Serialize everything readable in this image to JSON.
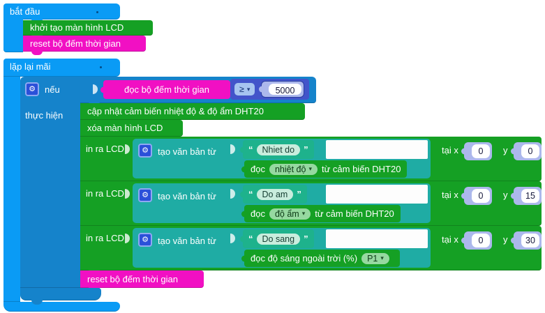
{
  "colors": {
    "azure": "#0A9BF5",
    "steel": "#1583CB",
    "green": "#15A024",
    "teal": "#1FACA4",
    "tealgreen": "#1EB28C",
    "magenta": "#F110C3",
    "indigo": "#4254CA",
    "lavender": "#ACB8EC"
  },
  "icons": {
    "gear": "⚙",
    "dropdown_arrow": "▾",
    "quote_open": "“",
    "quote_close": "”"
  },
  "start": {
    "title": "bắt đầu",
    "init_lcd": "khởi tạo màn hình LCD",
    "reset_timer": "reset bộ đếm thời gian"
  },
  "loop": {
    "title": "lặp lại mãi"
  },
  "if_block": {
    "if_label": "nếu",
    "do_label": "thực hiện",
    "condition": {
      "read_timer": "đọc bộ đếm thời gian",
      "operator": "≥",
      "value": "5000"
    },
    "update_sensor": "cập nhật cảm biến nhiệt độ & độ ẩm DHT20",
    "clear_lcd": "xóa màn hình LCD",
    "reset_timer": "reset bộ đếm thời gian"
  },
  "prints": [
    {
      "label": "in ra LCD",
      "create_label": "tạo văn bản từ",
      "text": "Nhiet do",
      "read_prefix": "đọc",
      "read_dropdown": "nhiệt độ",
      "read_suffix": "từ cảm biến DHT20",
      "at_x": "tại x",
      "x": "0",
      "y_label": "y",
      "y": "0"
    },
    {
      "label": "in ra LCD",
      "create_label": "tạo văn bản từ",
      "text": "Do am",
      "read_prefix": "đọc",
      "read_dropdown": "độ ẩm",
      "read_suffix": "từ cảm biến DHT20",
      "at_x": "tại x",
      "x": "0",
      "y_label": "y",
      "y": "15"
    },
    {
      "label": "in ra LCD",
      "create_label": "tạo văn bản từ",
      "text": "Do sang",
      "read_prefix": "đọc độ sáng ngoài trời (%)",
      "read_dropdown": "P1",
      "read_suffix": "",
      "at_x": "tại x",
      "x": "0",
      "y_label": "y",
      "y": "30"
    }
  ]
}
